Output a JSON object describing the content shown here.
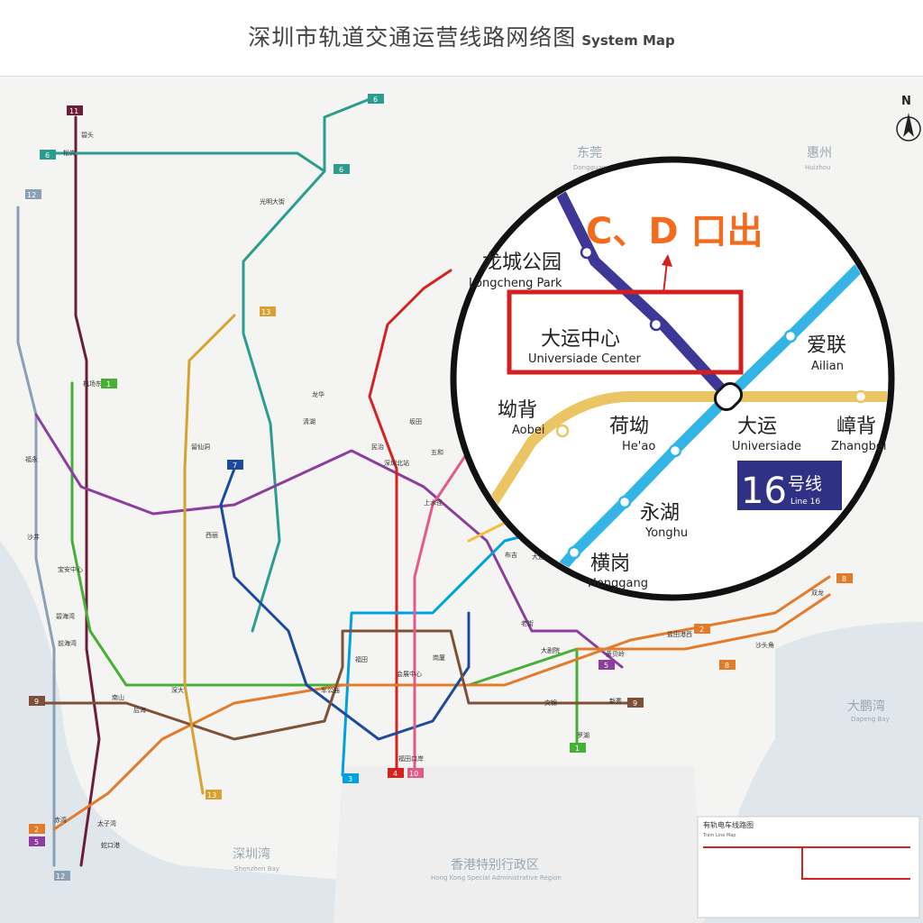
{
  "title": {
    "zh": "深圳市轨道交通运营线路网络图",
    "en": "System Map"
  },
  "north": "N",
  "regions": [
    {
      "zh": "东莞",
      "en": "Dongguan"
    },
    {
      "zh": "惠州",
      "en": "Huizhou"
    },
    {
      "zh": "深圳湾",
      "en": "Shenzhen Bay"
    },
    {
      "zh": "大鹏湾",
      "en": "Dapeng Bay"
    },
    {
      "zh": "香港特别行政区",
      "en": "Hong Kong Special Administrative Region"
    }
  ],
  "callout": {
    "exit_text": "C、D 口出",
    "highlight": {
      "zh": "大运中心",
      "en": "Universiade Center"
    },
    "stations": [
      {
        "zh": "龙城公园",
        "en": "Longcheng Park",
        "id": "st-longcheng-park"
      },
      {
        "zh": "坳背",
        "en": "Aobei",
        "id": "st-aobei"
      },
      {
        "zh": "荷坳",
        "en": "He'ao",
        "id": "st-heao"
      },
      {
        "zh": "大运",
        "en": "Universiade",
        "id": "st-universiade"
      },
      {
        "zh": "爱联",
        "en": "Ailian",
        "id": "st-ailian"
      },
      {
        "zh": "嶂背",
        "en": "Zhangbei",
        "id": "st-zhangbei"
      },
      {
        "zh": "永湖",
        "en": "Yonghu",
        "id": "st-yonghu"
      },
      {
        "zh": "横岗",
        "en": "Henggang",
        "id": "st-henggang"
      }
    ],
    "line_badge": {
      "num": "16",
      "zh": "号线",
      "en": "Line 16"
    }
  },
  "map_labels": [
    {
      "t": "松岗"
    },
    {
      "t": "机场东"
    },
    {
      "t": "宝安中心"
    },
    {
      "t": "前海湾"
    },
    {
      "t": "车公庙"
    },
    {
      "t": "福田"
    },
    {
      "t": "会展中心"
    },
    {
      "t": "岗厦"
    },
    {
      "t": "老街"
    },
    {
      "t": "大剧院"
    },
    {
      "t": "罗湖"
    },
    {
      "t": "黄贝岭"
    },
    {
      "t": "布吉"
    },
    {
      "t": "大运"
    },
    {
      "t": "龙华"
    },
    {
      "t": "清湖"
    },
    {
      "t": "深圳北站"
    },
    {
      "t": "西丽"
    },
    {
      "t": "深大"
    },
    {
      "t": "后海"
    },
    {
      "t": "蛇口港"
    },
    {
      "t": "赤湾"
    },
    {
      "t": "南山"
    },
    {
      "t": "福田口岸"
    },
    {
      "t": "沙井"
    },
    {
      "t": "光明大街"
    },
    {
      "t": "坂田"
    },
    {
      "t": "五和"
    },
    {
      "t": "民治"
    },
    {
      "t": "上水径"
    },
    {
      "t": "双龙"
    },
    {
      "t": "沙头角"
    },
    {
      "t": "盐田港西"
    },
    {
      "t": "碧头"
    },
    {
      "t": "福永"
    },
    {
      "t": "碧海湾"
    },
    {
      "t": "太子湾"
    },
    {
      "t": "文锦"
    },
    {
      "t": "新秀"
    },
    {
      "t": "留仙洞"
    }
  ],
  "line_badges": [
    {
      "n": "11"
    },
    {
      "n": "6"
    },
    {
      "n": "12"
    },
    {
      "n": "6"
    },
    {
      "n": "13"
    },
    {
      "n": "1"
    },
    {
      "n": "7"
    },
    {
      "n": "9"
    },
    {
      "n": "2"
    },
    {
      "n": "5"
    },
    {
      "n": "12"
    },
    {
      "n": "3"
    },
    {
      "n": "4"
    },
    {
      "n": "10"
    },
    {
      "n": "8"
    },
    {
      "n": "2"
    },
    {
      "n": "8"
    },
    {
      "n": "5"
    },
    {
      "n": "9"
    },
    {
      "n": "1"
    },
    {
      "n": "6"
    },
    {
      "n": "13"
    }
  ],
  "legend": {
    "tram_title": "有轨电车线路图",
    "tram_en": "Tram Line Map"
  },
  "colors": {
    "line1": "#45b035",
    "line2": "#e47b2a",
    "line3": "#00a0e3",
    "line4": "#d6221e",
    "line5": "#8b3e9e",
    "line6": "#2a9d8f",
    "line7": "#1d4a9c",
    "line8": "#e47b2a",
    "line9": "#7c5138",
    "line10": "#e05a8a",
    "line11": "#6b1d3a",
    "line12": "#8aa0b5",
    "line13": "#d9a032",
    "line16": "#2aa7d8",
    "line14": "#f0c040",
    "callout_purple": "#3d3897",
    "callout_blue": "#33b4e6",
    "callout_yellow": "#ebc563",
    "exit_orange": "#f56b1e",
    "highlight_red": "#d31f1f",
    "badge_navy": "#2f3184"
  }
}
